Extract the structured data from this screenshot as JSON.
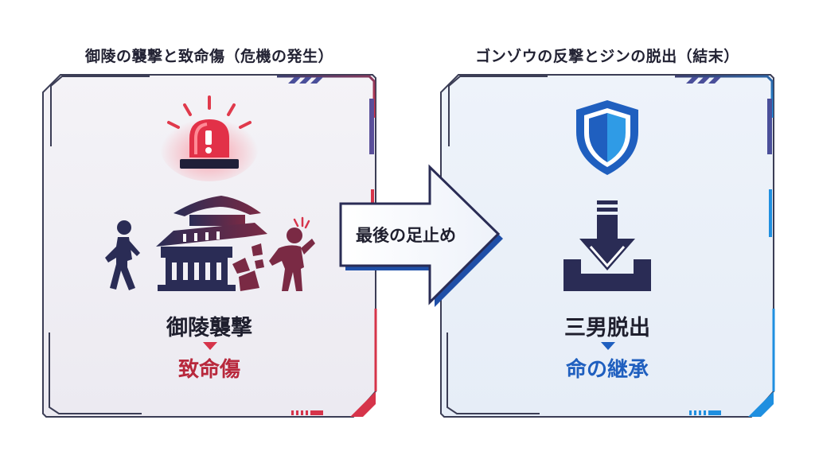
{
  "left_panel": {
    "heading": "御陵の襲撃と致命傷（危機の発生）",
    "main_label": "御陵襲撃",
    "sub_label": "致命傷",
    "accent_color": "#d6344a",
    "icons": [
      "alarm-siren-icon",
      "walking-person-icon",
      "collapsing-shrine-icon",
      "injured-person-icon"
    ]
  },
  "center_arrow": {
    "label": "最後の足止め"
  },
  "right_panel": {
    "heading": "ゴンゾウの反撃とジンの脱出（結末）",
    "main_label": "三男脱出",
    "sub_label": "命の継承",
    "accent_color": "#1f5fbf",
    "icons": [
      "shield-icon",
      "download-arrow-icon"
    ]
  }
}
